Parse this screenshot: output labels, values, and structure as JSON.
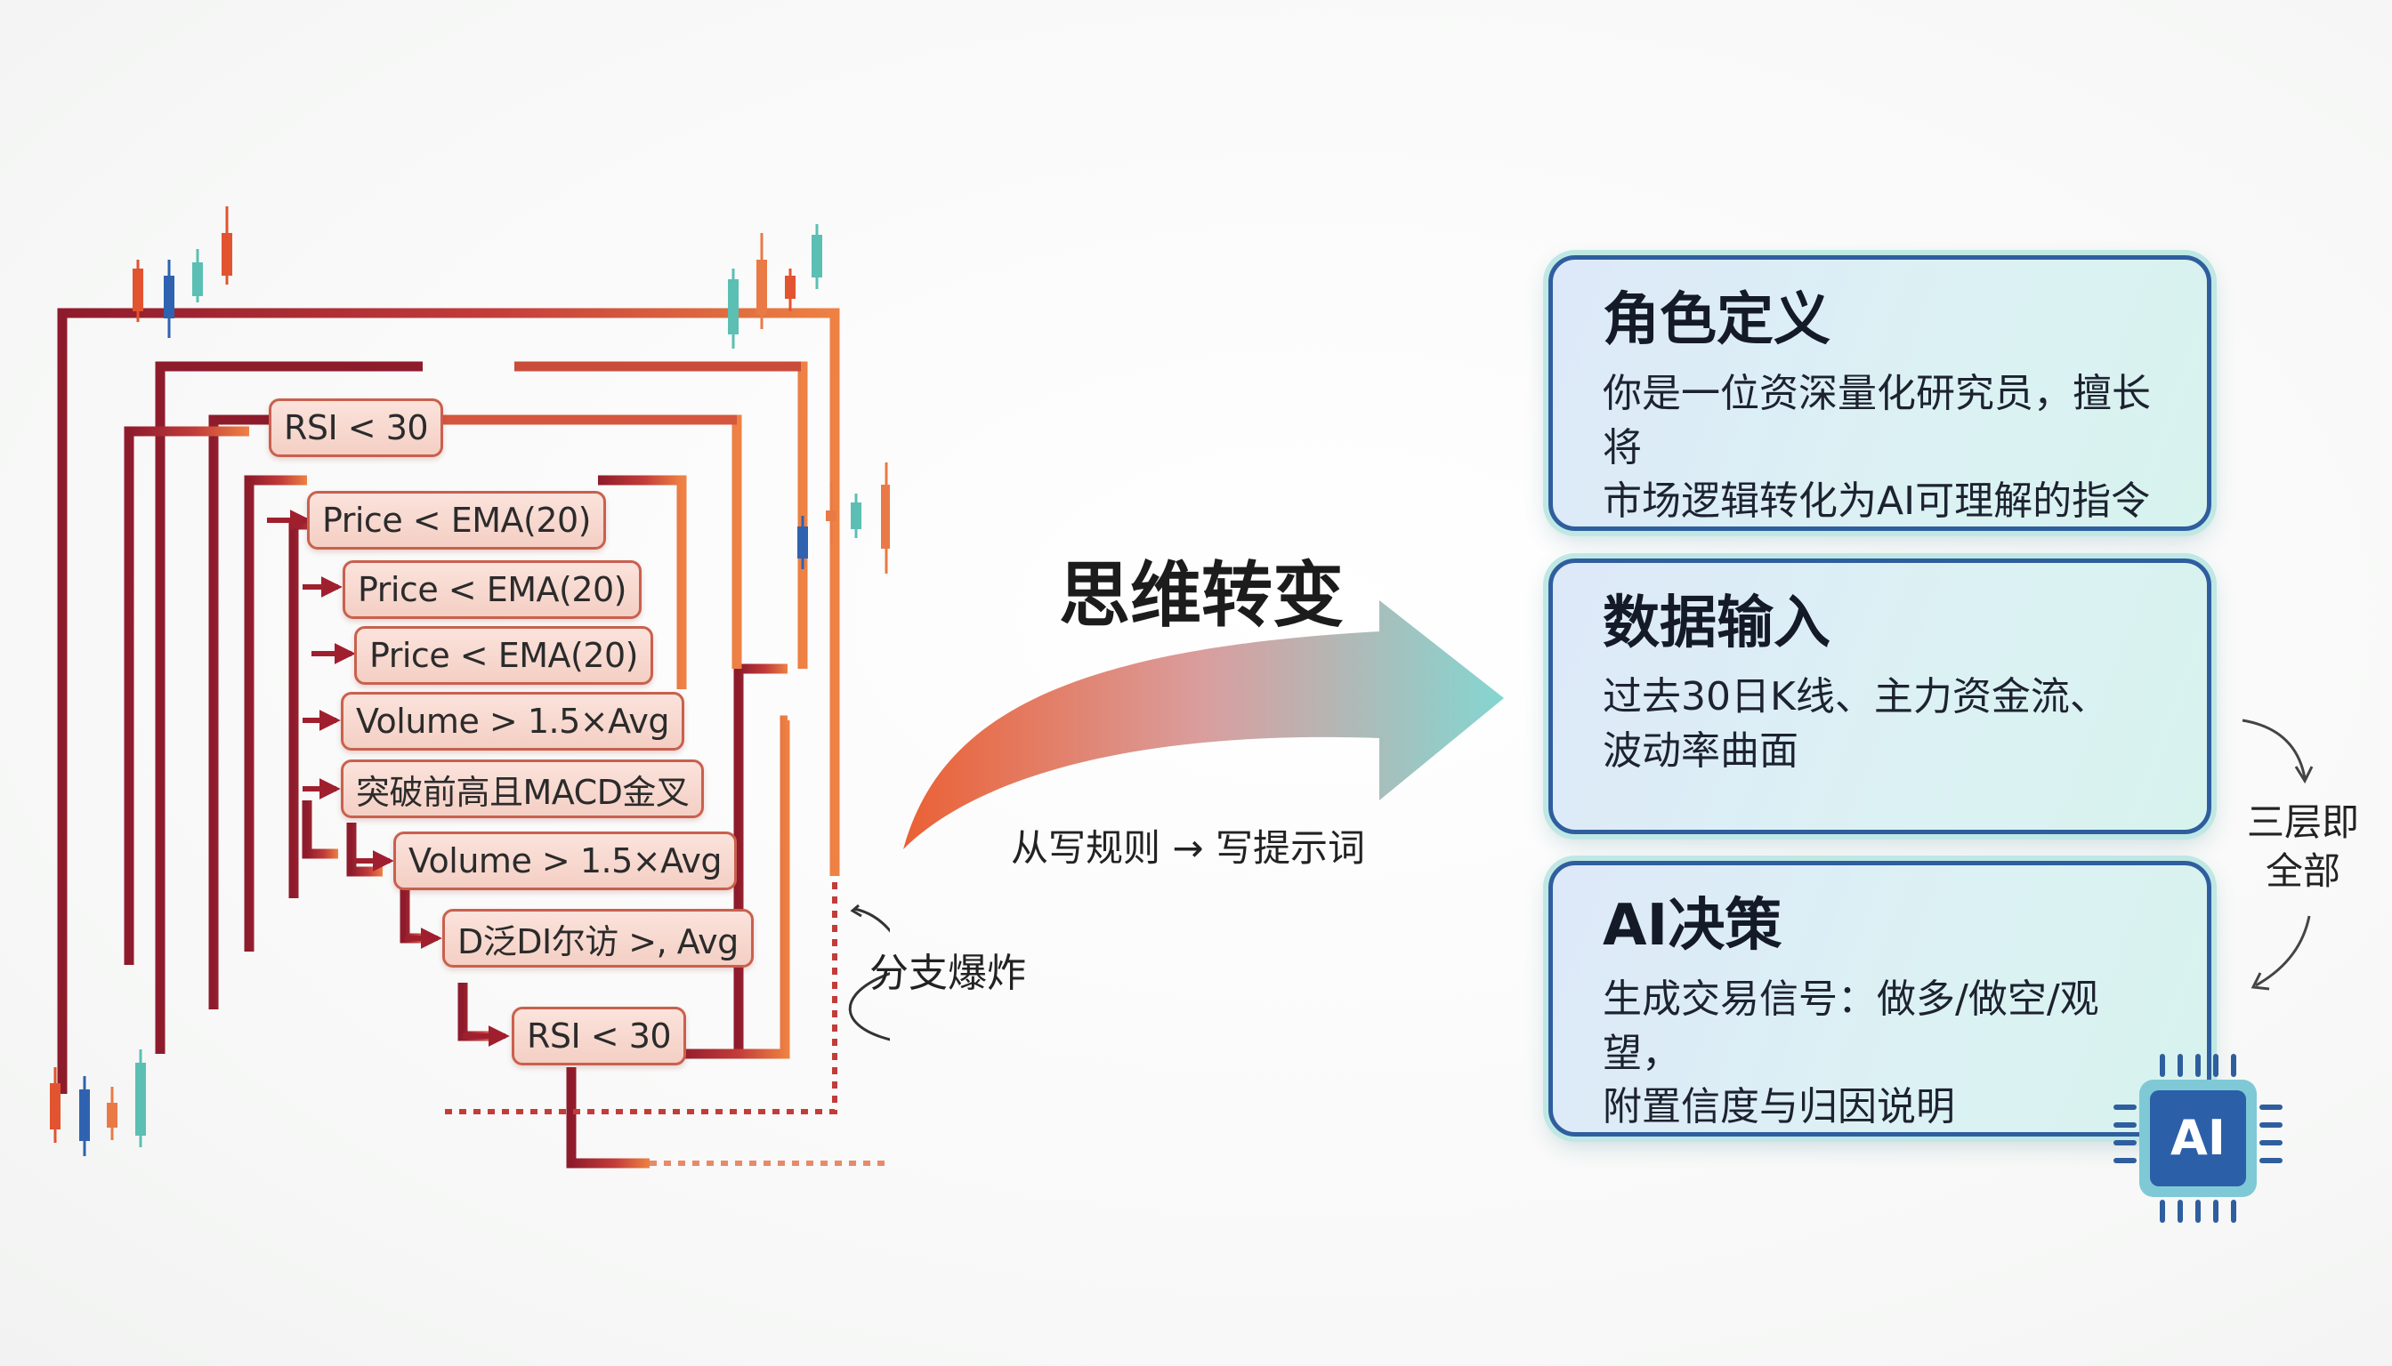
{
  "left_panel": {
    "rules": [
      "RSI < 30",
      "Price < EMA(20)",
      "Price <  EMA(20)",
      "Price < EMA(20)",
      "Volume > 1.5×Avg",
      "突破前高且MACD金叉",
      "Volume > 1.5×Avg",
      "D泛DI尔访 >, Avg",
      "RSI < 30"
    ],
    "burst_label": "分支爆炸"
  },
  "middle": {
    "title": "思维转变",
    "subtitle": "从写规则 → 写提示词"
  },
  "right_panel": {
    "cards": [
      {
        "title": "角色定义",
        "lines": [
          "你是一位资深量化研究员，擅长将",
          "市场逻辑转化为AI可理解的指令"
        ]
      },
      {
        "title": "数据输入",
        "lines": [
          "过去30日K线、主力资金流、",
          "波动率曲面"
        ]
      },
      {
        "title": "AI决策",
        "lines": [
          "生成交易信号：做多/做空/观望，",
          "附置信度与归因说明"
        ]
      }
    ],
    "side_label": [
      "三层即",
      "全部"
    ],
    "chip_label": "AI"
  },
  "colors": {
    "maze_dark": "#8e1b2c",
    "maze_orange": "#ea7a45",
    "card_border": "#2f5e9e",
    "card_glow": "#bfe8e4",
    "arrow_start": "#ea5a2c",
    "arrow_end": "#7fd4cf"
  }
}
